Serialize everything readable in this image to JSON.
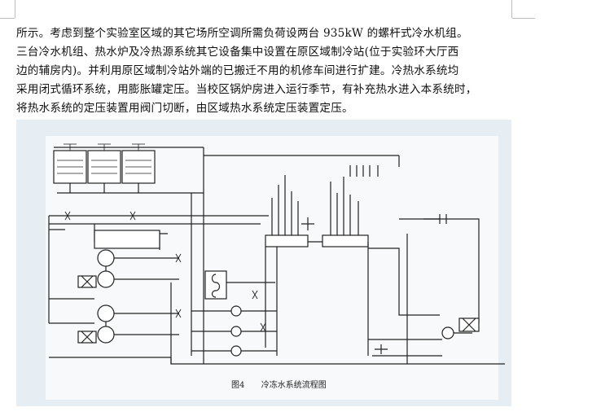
{
  "document": {
    "lines": [
      "所示。考虑到整个实验室区域的其它场所空调所需负荷设两台 935kW 的螺杆式冷水机组。",
      "三台冷水机组、热水炉及冷热源系统其它设备集中设置在原区域制冷站(位于实验环大厅西",
      "边的辅房内)。并利用原区域制冷站外端的已搬迁不用的机修车间进行扩建。冷热水系统均",
      "采用闭式循环系统，用膨胀罐定压。当校区锅炉房进入运行季节，有补充热水进入本系统时，",
      "将热水系统的定压装置用阀门切断，由区域热水系统定压装置定压。"
    ],
    "figure": {
      "caption_number": "图4",
      "caption_title": "冷冻水系统流程图"
    }
  },
  "colors": {
    "text": "#111111",
    "figure_bg": "#e6eef3",
    "drawing": "#222222"
  }
}
